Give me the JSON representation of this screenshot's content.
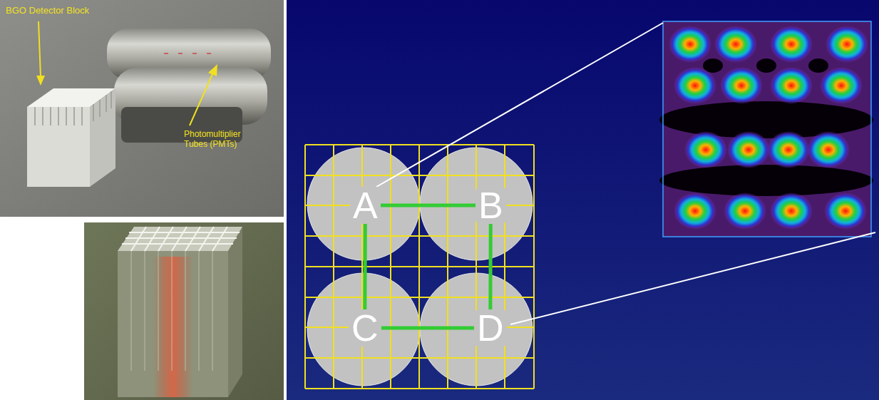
{
  "diagram": {
    "nodes": [
      {
        "text": [
          "A"
        ]
      },
      {
        "text": [
          "B"
        ]
      },
      {
        "text": [
          "C"
        ]
      },
      {
        "text": [
          "D"
        ]
      }
    ],
    "edges": [
      {
        "from": 0,
        "to": 1,
        "arrow": "none"
      },
      {
        "from": 1,
        "to": 3,
        "arrow": "none"
      },
      {
        "from": 3,
        "to": 2,
        "arrow": "none"
      },
      {
        "from": 2,
        "to": 0,
        "arrow": "none"
      }
    ],
    "labels": [
      "BGO Detector Block",
      "Photomultiplier Tubes (PMTs)"
    ]
  }
}
